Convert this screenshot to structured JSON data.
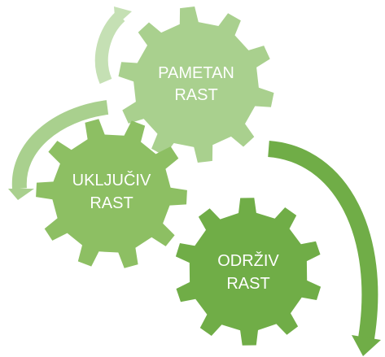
{
  "gears": [
    {
      "id": "pametan",
      "line1": "PAMETAN",
      "line2": "RAST",
      "color": "#A9D08E"
    },
    {
      "id": "ukljuciv",
      "line1": "UKLJUČIV",
      "line2": "RAST",
      "color": "#8DBF63"
    },
    {
      "id": "odrziv",
      "line1": "ODRŽIV",
      "line2": "RAST",
      "color": "#70AD47"
    }
  ],
  "arrows": [
    {
      "id": "to-pametan",
      "color": "#C5E0B4"
    },
    {
      "id": "to-ukljuciv",
      "color": "#A9D08E"
    },
    {
      "id": "to-odrziv",
      "color": "#70AD47"
    }
  ]
}
